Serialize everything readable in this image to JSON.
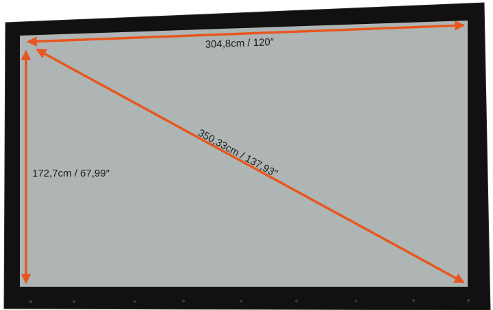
{
  "diagram": {
    "type": "screen-dimensions",
    "width_label": "304,8cm / 120″",
    "height_label": "172,7cm / 67,99″",
    "diagonal_label": "350,33cm / 137,93″",
    "colors": {
      "frame": "#111111",
      "frame_edge": "#2a2a2a",
      "surface": "#aeb5b4",
      "arrow": "#e8561e",
      "text": "#1e1e1e"
    }
  }
}
